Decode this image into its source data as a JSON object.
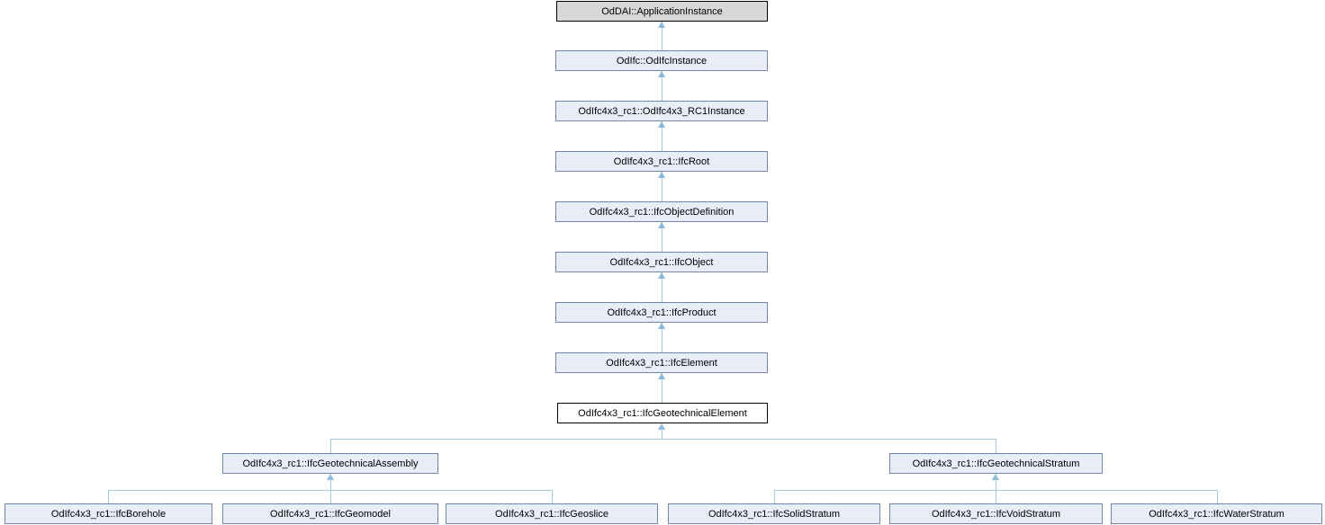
{
  "diagram": {
    "kind": "class-inheritance-graph",
    "current_class": "OdIfc4x3_rc1::IfcGeotechnicalElement",
    "colors": {
      "background": "#ffffff",
      "node_fill": "#e9edf7",
      "node_border": "#7486ae",
      "external_node_fill": "#d8d8d8",
      "external_node_border": "#000000",
      "current_node_fill": "#ffffff",
      "current_node_border": "#000000",
      "edge_line": "#a2cbe4",
      "edge_arrow": "#8bb9da",
      "text": "#000000"
    },
    "nodes": [
      {
        "label": "OdDAI::ApplicationInstance",
        "kind": "external"
      },
      {
        "label": "OdIfc::OdIfcInstance",
        "kind": "class"
      },
      {
        "label": "OdIfc4x3_rc1::OdIfc4x3_RC1Instance",
        "kind": "class"
      },
      {
        "label": "OdIfc4x3_rc1::IfcRoot",
        "kind": "class"
      },
      {
        "label": "OdIfc4x3_rc1::IfcObjectDefinition",
        "kind": "class"
      },
      {
        "label": "OdIfc4x3_rc1::IfcObject",
        "kind": "class"
      },
      {
        "label": "OdIfc4x3_rc1::IfcProduct",
        "kind": "class"
      },
      {
        "label": "OdIfc4x3_rc1::IfcElement",
        "kind": "class"
      },
      {
        "label": "OdIfc4x3_rc1::IfcGeotechnicalElement",
        "kind": "current"
      },
      {
        "label": "OdIfc4x3_rc1::IfcGeotechnicalAssembly",
        "kind": "class"
      },
      {
        "label": "OdIfc4x3_rc1::IfcGeotechnicalStratum",
        "kind": "class"
      },
      {
        "label": "OdIfc4x3_rc1::IfcBorehole",
        "kind": "class"
      },
      {
        "label": "OdIfc4x3_rc1::IfcGeomodel",
        "kind": "class"
      },
      {
        "label": "OdIfc4x3_rc1::IfcGeoslice",
        "kind": "class"
      },
      {
        "label": "OdIfc4x3_rc1::IfcSolidStratum",
        "kind": "class"
      },
      {
        "label": "OdIfc4x3_rc1::IfcVoidStratum",
        "kind": "class"
      },
      {
        "label": "OdIfc4x3_rc1::IfcWaterStratum",
        "kind": "class"
      }
    ],
    "edges": [
      {
        "derived": "OdIfc::OdIfcInstance",
        "base": "OdDAI::ApplicationInstance"
      },
      {
        "derived": "OdIfc4x3_rc1::OdIfc4x3_RC1Instance",
        "base": "OdIfc::OdIfcInstance"
      },
      {
        "derived": "OdIfc4x3_rc1::IfcRoot",
        "base": "OdIfc4x3_rc1::OdIfc4x3_RC1Instance"
      },
      {
        "derived": "OdIfc4x3_rc1::IfcObjectDefinition",
        "base": "OdIfc4x3_rc1::IfcRoot"
      },
      {
        "derived": "OdIfc4x3_rc1::IfcObject",
        "base": "OdIfc4x3_rc1::IfcObjectDefinition"
      },
      {
        "derived": "OdIfc4x3_rc1::IfcProduct",
        "base": "OdIfc4x3_rc1::IfcObject"
      },
      {
        "derived": "OdIfc4x3_rc1::IfcElement",
        "base": "OdIfc4x3_rc1::IfcProduct"
      },
      {
        "derived": "OdIfc4x3_rc1::IfcGeotechnicalElement",
        "base": "OdIfc4x3_rc1::IfcElement"
      },
      {
        "derived": "OdIfc4x3_rc1::IfcGeotechnicalAssembly",
        "base": "OdIfc4x3_rc1::IfcGeotechnicalElement"
      },
      {
        "derived": "OdIfc4x3_rc1::IfcGeotechnicalStratum",
        "base": "OdIfc4x3_rc1::IfcGeotechnicalElement"
      },
      {
        "derived": "OdIfc4x3_rc1::IfcBorehole",
        "base": "OdIfc4x3_rc1::IfcGeotechnicalAssembly"
      },
      {
        "derived": "OdIfc4x3_rc1::IfcGeomodel",
        "base": "OdIfc4x3_rc1::IfcGeotechnicalAssembly"
      },
      {
        "derived": "OdIfc4x3_rc1::IfcGeoslice",
        "base": "OdIfc4x3_rc1::IfcGeotechnicalAssembly"
      },
      {
        "derived": "OdIfc4x3_rc1::IfcSolidStratum",
        "base": "OdIfc4x3_rc1::IfcGeotechnicalStratum"
      },
      {
        "derived": "OdIfc4x3_rc1::IfcVoidStratum",
        "base": "OdIfc4x3_rc1::IfcGeotechnicalStratum"
      },
      {
        "derived": "OdIfc4x3_rc1::IfcWaterStratum",
        "base": "OdIfc4x3_rc1::IfcGeotechnicalStratum"
      }
    ]
  }
}
